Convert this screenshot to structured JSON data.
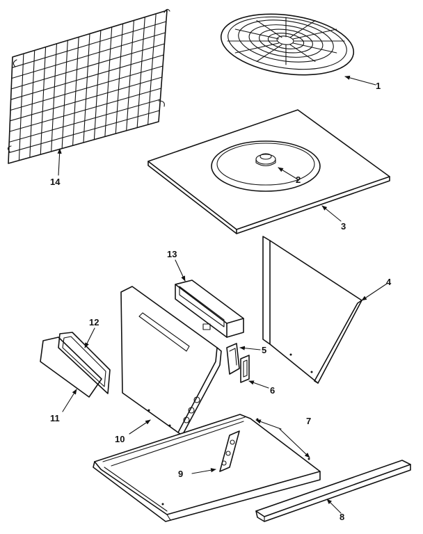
{
  "figure": {
    "parts": [
      {
        "number": "1",
        "icon": "fan-guard-icon"
      },
      {
        "number": "2",
        "icon": "fan-motor-mount-icon"
      },
      {
        "number": "3",
        "icon": "top-panel-icon"
      },
      {
        "number": "4",
        "icon": "side-panel-icon"
      },
      {
        "number": "5",
        "icon": "bracket-icon"
      },
      {
        "number": "6",
        "icon": "switch-bracket-icon"
      },
      {
        "number": "7",
        "icon": "base-pan-icon"
      },
      {
        "number": "8",
        "icon": "base-rail-icon"
      },
      {
        "number": "9",
        "icon": "terminal-block-icon"
      },
      {
        "number": "10",
        "icon": "control-panel-icon"
      },
      {
        "number": "11",
        "icon": "access-cover-icon"
      },
      {
        "number": "12",
        "icon": "gasket-icon"
      },
      {
        "number": "13",
        "icon": "duct-icon"
      },
      {
        "number": "14",
        "icon": "coil-guard-icon"
      }
    ]
  }
}
